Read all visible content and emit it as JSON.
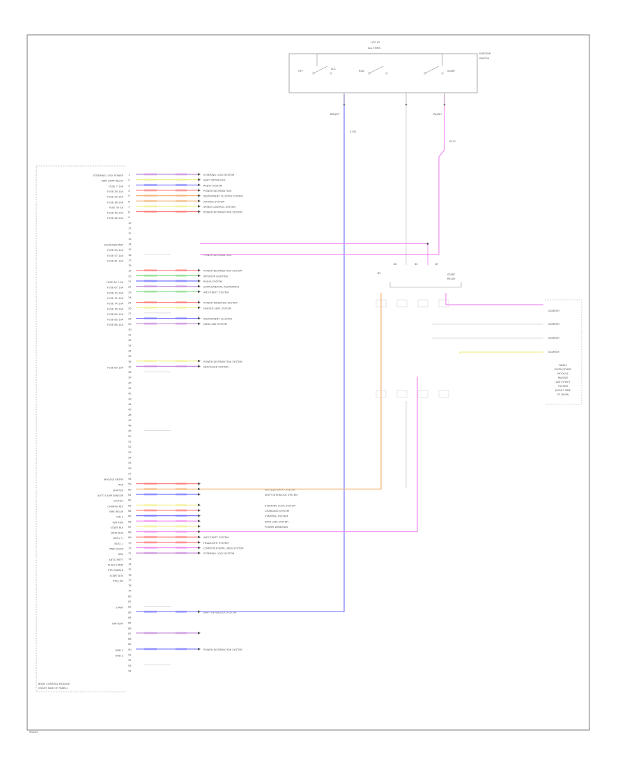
{
  "diagram": {
    "frame_code": "W02A7",
    "bcm_label": [
      "BODY CONTROL MODULE",
      "(RIGHT SIDE OF PANEL)"
    ],
    "ignition": {
      "header": [
        "HOT AT",
        "ALL TIMES"
      ],
      "switch_label": [
        "IGNITION",
        "SWITCH"
      ],
      "positions": [
        "OFF",
        "ACC",
        "RUN",
        "START"
      ]
    },
    "wire_codes": {
      "blue_top": "BRN/VT",
      "pink_top": "PK/WH",
      "splice_b": "S100",
      "splice_p": "S101"
    },
    "bcm_left_labels": [
      "STEERING LOCK POWER",
      "PWR LAMP RELAY",
      "FUSE 7 10A",
      "FUSE 26 10A",
      "FUSE 30 15A",
      "FUSE 38 10A",
      "FUSE 39 5A",
      "FUSE 43 10A",
      "FUSE 48 10A",
      "IGN RUN/START",
      "FUSE 53 15A",
      "FUSE 57 10A",
      "FUSE 61 10A",
      "FUSE 64 7.5A",
      "FUSE 67 10A",
      "FUSE 70 10A",
      "FUSE 72 10A",
      "FUSE 74 10A",
      "FUSE 76 10A",
      "FUSE 80 10A",
      "FUSE 83 10A",
      "FUSE 86 15A",
      "FUSE 89 10A"
    ],
    "bcm_left_labels_lower": [
      "KEYLESS ENTRY",
      "RAP",
      "SHIFTER",
      "AUTO LAMP SENSOR",
      "CLUTCH",
      "CHARGE RLY",
      "BRK RELAY",
      "IGN 1",
      "IGN RUN",
      "START RLY",
      "DATA BUS",
      "BUS (+)",
      "BUS (-)",
      "PWR DOOR",
      "DRL",
      "ANTI-THEFT",
      "PUSH START",
      "PTS ENABLE",
      "START BTN",
      "PTS LED",
      "START",
      "BATTERY",
      "GND 1",
      "GND 2"
    ],
    "destinations_upper": [
      "STEERING LOCK SYSTEM",
      "SHIFT INTERLOCK",
      "RADIO SYSTEM",
      "POWER DISTRIBUTION",
      "INSTRUMENT CLUSTER SYSTEM",
      "AIR BAG SYSTEM",
      "SPEED CONTROL SYSTEM",
      "POWER DISTRIBUTION SYSTEM"
    ],
    "destinations_mid": [
      "POWER DISTRIBUTION",
      "POWER DISTRIBUTION SYSTEM",
      "INTERIOR LIGHTING",
      "RADIO SYSTEM",
      "SUPPLEMENTAL RESTRAINTS",
      "ANTI-THEFT SYSTEM",
      "POWER WINDOWS SYSTEM",
      "HEATED SEAT SYSTEM",
      "INSTRUMENT CLUSTER",
      "DATA LINK SYSTEM",
      "POWER DISTRIBUTION SYSTEM",
      "DEFOGGER SYSTEM"
    ],
    "destinations_lower": [
      "KEYLESS ENTRY SYSTEM",
      "SHIFT INTERLOCK SYSTEM",
      "STEERING LOCK SYSTEM",
      "CHARGING SYSTEM",
      "STARTING SYSTEM",
      "DATA LINK SYSTEM",
      "POWER WINDOWS",
      "ANTI-THEFT SYSTEM",
      "HEADLIGHT SYSTEM",
      "COMPUTER DATA LINES SYSTEM",
      "STEERING LOCK SYSTEM",
      "SHIFT INTERLOCK SYSTEM",
      "POWER DISTRIBUTION SYSTEM"
    ],
    "right_connector_labels": [
      "STARTER",
      "STARTER",
      "STARTER",
      "STARTER"
    ],
    "right_module_label": [
      "FAMILY",
      "ENTRY/START",
      "MODULE",
      "PASSIVE",
      "ANTI-THEFT",
      "SYSTEM",
      "(RIGHT SIDE",
      "OF DASH)"
    ],
    "relay_label": [
      "START",
      "RELAY"
    ],
    "relay_pins": [
      "85",
      "86",
      "30",
      "87"
    ],
    "colors": {
      "blue": "#7878ff",
      "pink": "#f08cf0",
      "orange": "#f5b478",
      "yellow": "#f0f08c",
      "red": "#ff7878",
      "green": "#8cdc8c",
      "purple": "#c88cdc",
      "frame": "#7a7a7a"
    }
  }
}
